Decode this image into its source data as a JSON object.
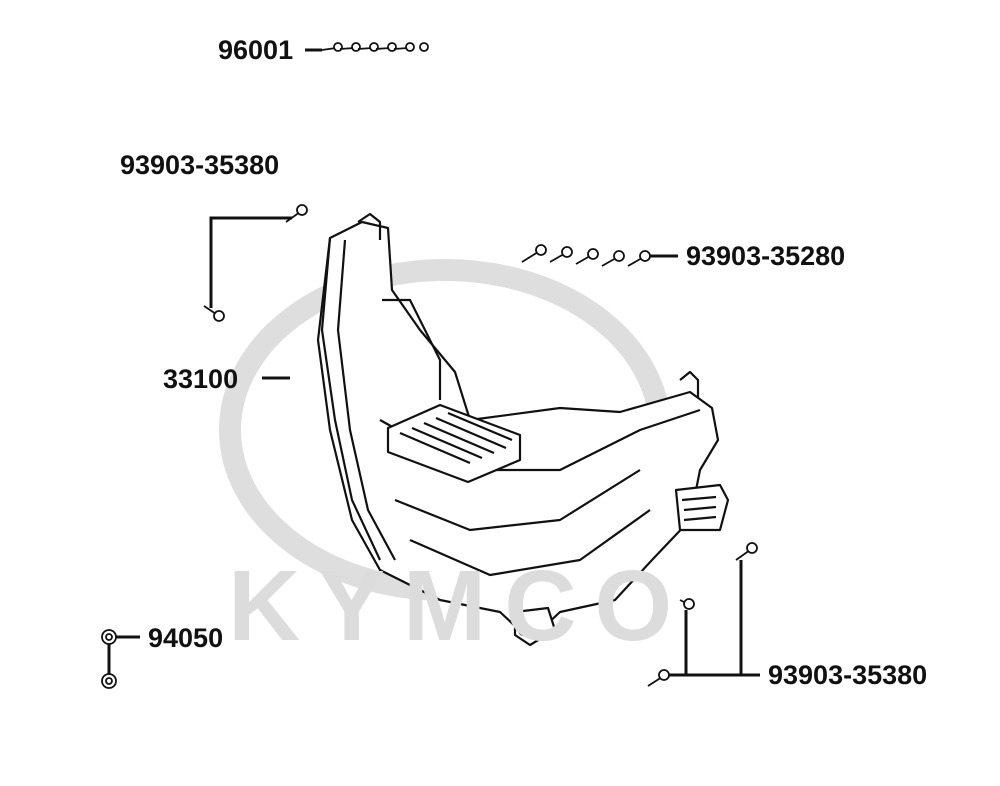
{
  "watermark": {
    "text": "KYMCO",
    "color": "#dcdcdc"
  },
  "parts": [
    {
      "id": "p1",
      "number": "96001"
    },
    {
      "id": "p2",
      "number": "93903-35380"
    },
    {
      "id": "p3",
      "number": "93903-35280"
    },
    {
      "id": "p4",
      "number": "33100"
    },
    {
      "id": "p5",
      "number": "94050"
    },
    {
      "id": "p6",
      "number": "93903-35380"
    }
  ],
  "colors": {
    "line": "#111111",
    "text": "#111111",
    "background": "#ffffff"
  }
}
